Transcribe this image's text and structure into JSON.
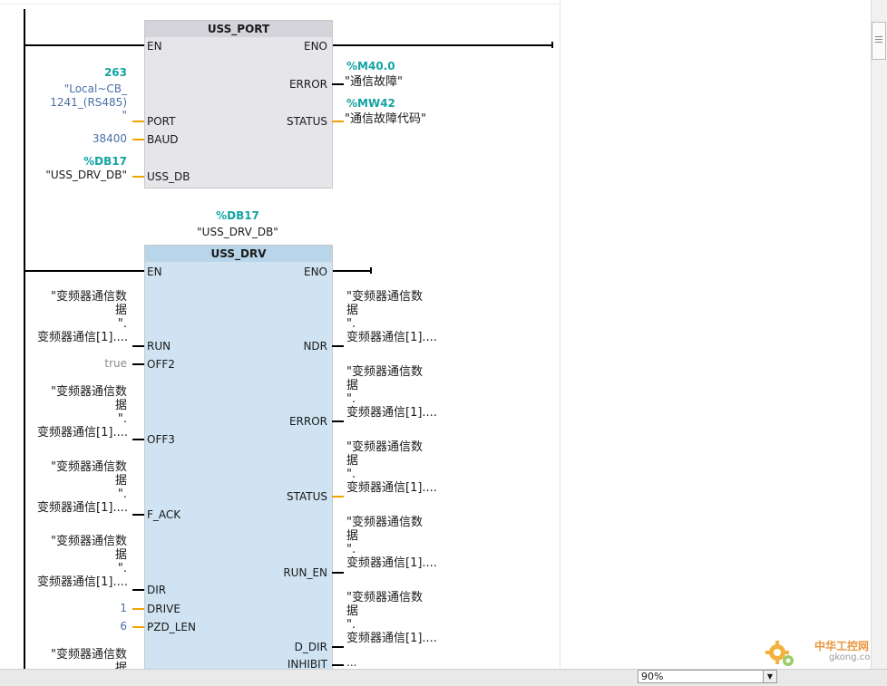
{
  "uss_port": {
    "title": "USS_PORT",
    "en": "EN",
    "eno": "ENO",
    "inputs": {
      "port": {
        "name": "PORT",
        "addr": "263",
        "line1": "\"Local~CB_",
        "line2": "1241_(RS485)",
        "line3": "\""
      },
      "baud": {
        "name": "BAUD",
        "value": "38400"
      },
      "uss_db": {
        "name": "USS_DB",
        "addr": "%DB17",
        "sym": "\"USS_DRV_DB\""
      }
    },
    "outputs": {
      "error": {
        "name": "ERROR",
        "addr": "%M40.0",
        "sym": "\"通信故障\""
      },
      "status": {
        "name": "STATUS",
        "addr": "%MW42",
        "sym": "\"通信故障代码\""
      }
    }
  },
  "uss_drv": {
    "instance_addr": "%DB17",
    "instance_sym": "\"USS_DRV_DB\"",
    "title": "USS_DRV",
    "en": "EN",
    "eno": "ENO",
    "inputs": {
      "run": {
        "name": "RUN",
        "l1": "\"变频器通信数",
        "l2": "据",
        "l3": "\".",
        "l4": "变频器通信[1]...."
      },
      "off2": {
        "name": "OFF2",
        "value": "true"
      },
      "off3": {
        "name": "OFF3",
        "l1": "\"变频器通信数",
        "l2": "据",
        "l3": "\".",
        "l4": "变频器通信[1]...."
      },
      "f_ack": {
        "name": "F_ACK",
        "l1": "\"变频器通信数",
        "l2": "据",
        "l3": "\".",
        "l4": "变频器通信[1]...."
      },
      "dir": {
        "name": "DIR",
        "l1": "\"变频器通信数",
        "l2": "据",
        "l3": "\".",
        "l4": "变频器通信[1]...."
      },
      "drive": {
        "name": "DRIVE",
        "value": "1"
      },
      "pzd_len": {
        "name": "PZD_LEN",
        "value": "6"
      },
      "next": {
        "l1": "\"变频器通信数",
        "l2": "据"
      }
    },
    "outputs": {
      "ndr": {
        "name": "NDR",
        "l1": "\"变频器通信数",
        "l2": "据",
        "l3": "\".",
        "l4": "变频器通信[1]...."
      },
      "error": {
        "name": "ERROR",
        "l1": "\"变频器通信数",
        "l2": "据",
        "l3": "\".",
        "l4": "变频器通信[1]...."
      },
      "status": {
        "name": "STATUS",
        "l1": "\"变频器通信数",
        "l2": "据",
        "l3": "\".",
        "l4": "变频器通信[1]...."
      },
      "run_en": {
        "name": "RUN_EN",
        "l1": "\"变频器通信数",
        "l2": "据",
        "l3": "\".",
        "l4": "变频器通信[1]...."
      },
      "d_dir": {
        "name": "D_DIR",
        "l1": "\"变频器通信数",
        "l2": "据",
        "l3": "\".",
        "l4": "变频器通信[1]...."
      },
      "inhibit": {
        "name": "INHIBIT",
        "value": "..."
      }
    }
  },
  "statusbar": {
    "zoom_value": "90%"
  },
  "watermark": {
    "brand": "中华工控网",
    "domain": "gkong.com"
  },
  "colors": {
    "address_teal": "#15a3a3",
    "literal_blue": "#4a6fa5",
    "bool_pin_line": "#000000",
    "word_pin_line": "#f2a200",
    "uss_port_block": "#e5e5ea",
    "uss_drv_block": "#cfe3f2"
  },
  "icons": [
    "scroll-up-icon",
    "dropdown-arrow-icon",
    "gear-watermark-icon"
  ]
}
